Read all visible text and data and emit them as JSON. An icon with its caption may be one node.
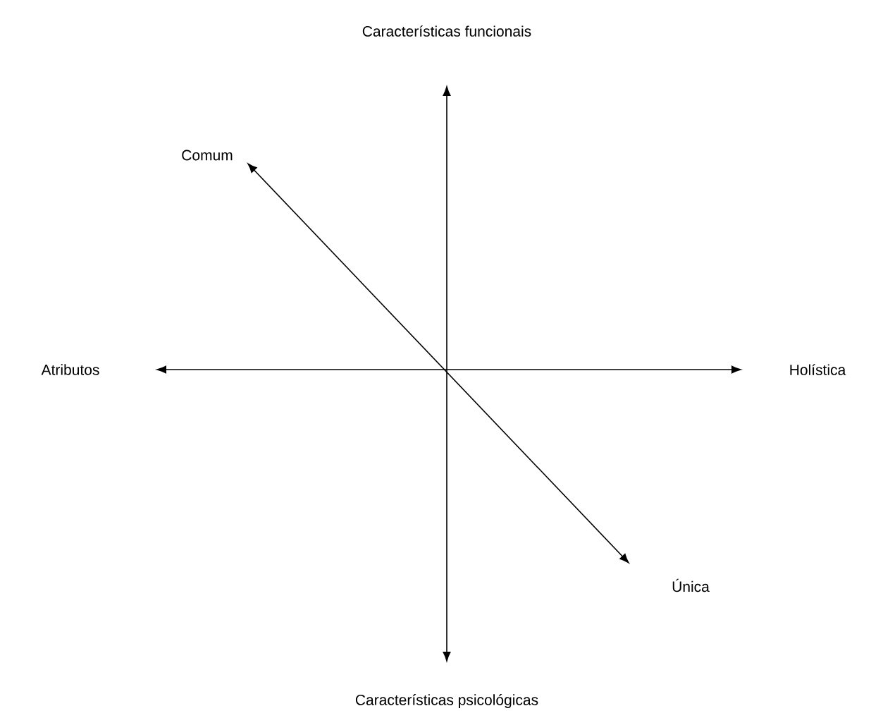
{
  "diagram": {
    "nodes": [
      {
        "text": [
          "Características funcionais"
        ]
      },
      {
        "text": [
          "Comum"
        ]
      },
      {
        "text": [
          "Atributos"
        ]
      },
      {
        "text": [
          "Holística"
        ]
      },
      {
        "text": [
          "Única"
        ]
      },
      {
        "text": [
          "Características psicológicas"
        ]
      }
    ],
    "edges": [
      {
        "from": 0,
        "to": 5,
        "arrow": "both"
      },
      {
        "from": 1,
        "to": 4,
        "arrow": "both"
      },
      {
        "from": 2,
        "to": 3,
        "arrow": "both"
      }
    ]
  }
}
